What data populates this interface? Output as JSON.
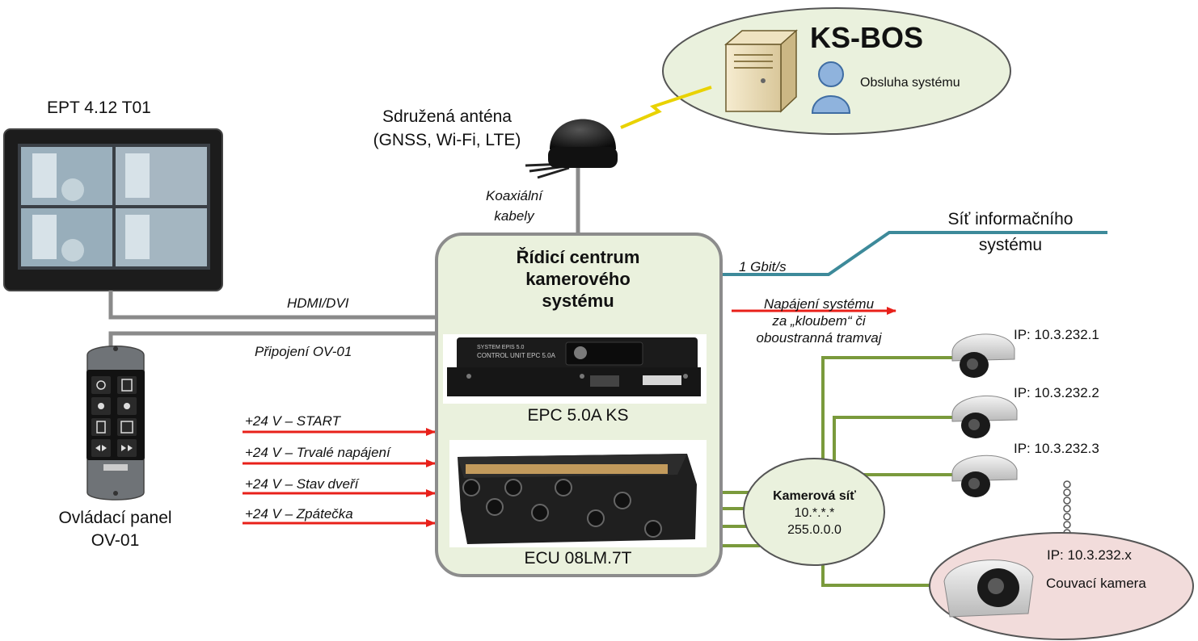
{
  "ks_bos": {
    "title": "KS-BOS",
    "operator": "Obsluha systému"
  },
  "antenna": {
    "line1": "Sdružená anténa",
    "line2": "(GNSS, Wi-Fi, LTE)",
    "cable1": "Koaxiální",
    "cable2": "kabely"
  },
  "ept": {
    "title": "EPT 4.12 T01"
  },
  "panel": {
    "line1": "Ovládací panel",
    "line2": "OV-01"
  },
  "center": {
    "line1": "Řídicí centrum",
    "line2": "kamerového",
    "line3": "systému"
  },
  "epc": {
    "label": "EPC 5.0A KS",
    "face1": "SYSTEM EPIS 5.0",
    "face2": "CONTROL UNIT  EPC 5.0A"
  },
  "ecu": {
    "label": "ECU 08LM.7T"
  },
  "links": {
    "hdmi": "HDMI/DVI",
    "ov": "Připojení OV-01",
    "gbit": "1 Gbit/s"
  },
  "info_net": {
    "line1": "Síť informačního",
    "line2": "systému"
  },
  "power_out": {
    "line1": "Napájení systému",
    "line2": "za „kloubem“ či",
    "line3": "oboustranná tramvaj"
  },
  "inputs": [
    "+24 V – START",
    "+24 V – Trvalé napájení",
    "+24 V – Stav dveří",
    "+24 V – Zpátečka"
  ],
  "camnet": {
    "title": "Kamerová síť",
    "ip": "10.*.*.*",
    "mask": "255.0.0.0"
  },
  "cameras": [
    "IP: 10.3.232.1",
    "IP: 10.3.232.2",
    "IP: 10.3.232.3"
  ],
  "reverse": {
    "ip": "IP: 10.3.232.x",
    "label": "Couvací kamera"
  },
  "colors": {
    "green_line": "#7a9a3c",
    "blue_line": "#3d8a9a",
    "red_arrow": "#e8201a",
    "box_fill": "#eaf1dd",
    "box_border": "#8c8c8c",
    "ellipse_fill": "#eaf1dd",
    "reverse_fill": "#f2dcdb"
  }
}
